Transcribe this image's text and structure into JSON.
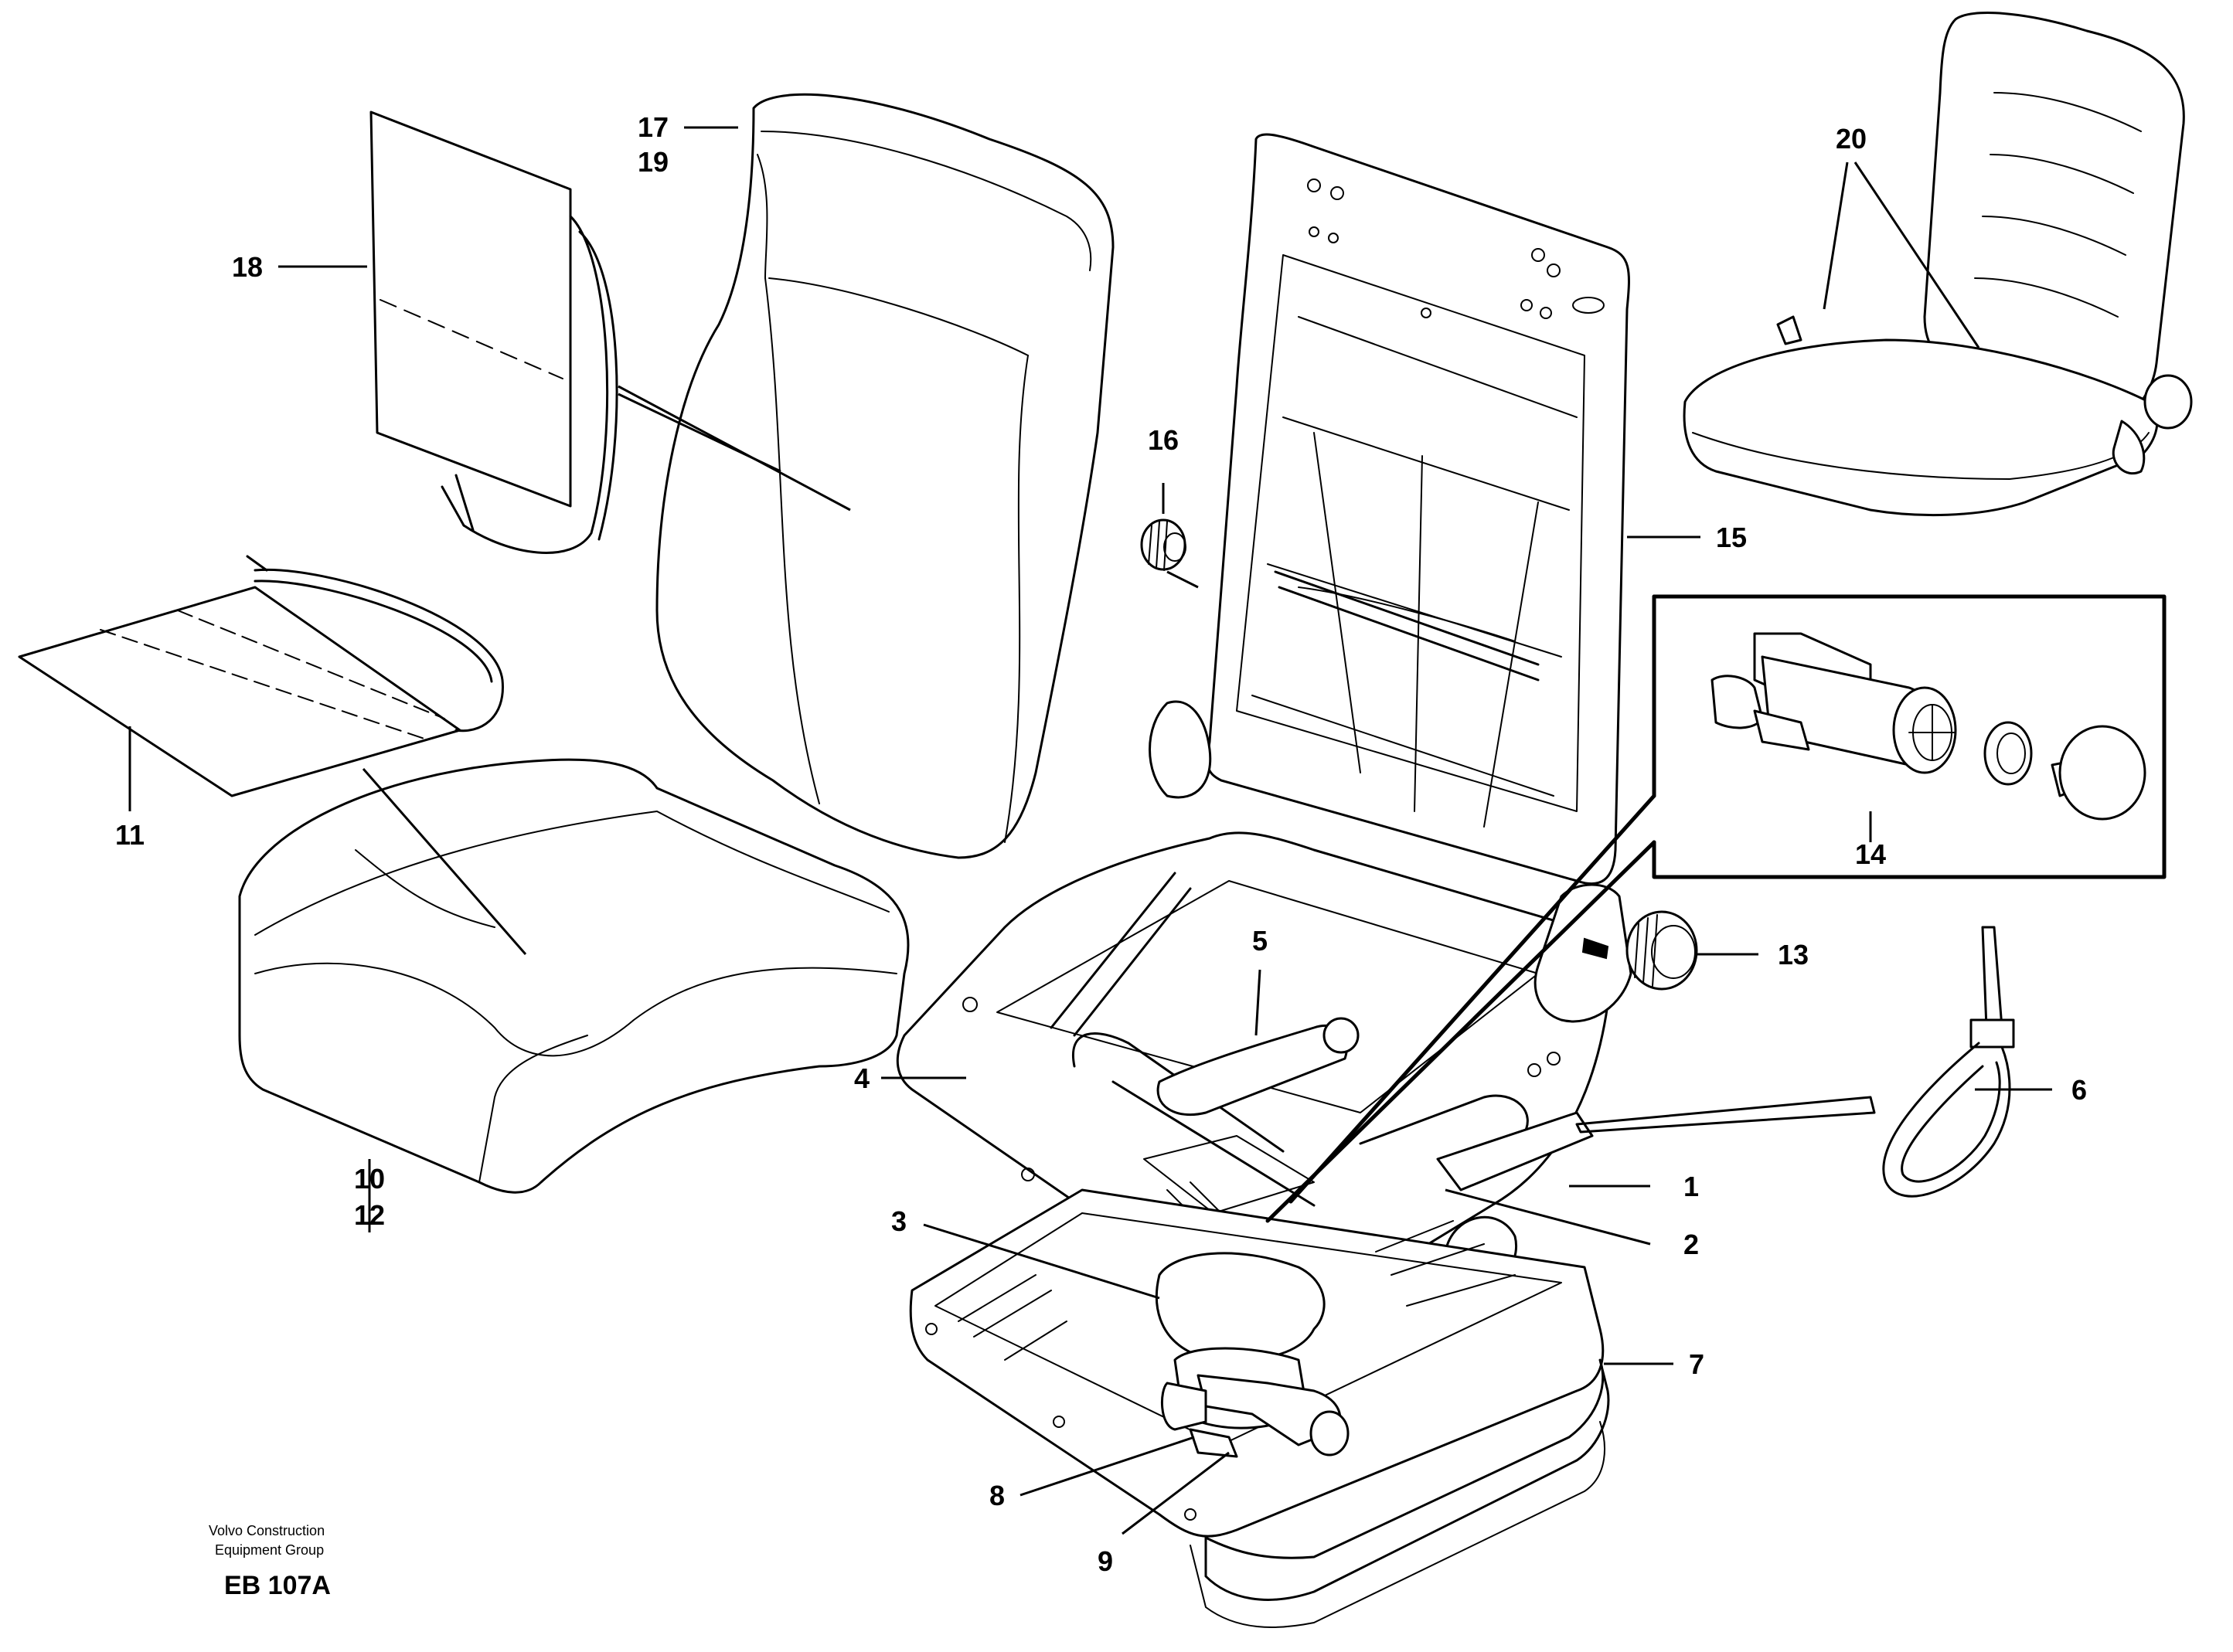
{
  "callouts": [
    {
      "id": "17",
      "lines": [
        "17",
        "19"
      ]
    },
    {
      "id": "18",
      "lines": [
        "18"
      ]
    },
    {
      "id": "11",
      "lines": [
        "11"
      ]
    },
    {
      "id": "10",
      "lines": [
        "10",
        "12"
      ]
    },
    {
      "id": "16",
      "lines": [
        "16"
      ]
    },
    {
      "id": "15",
      "lines": [
        "15"
      ]
    },
    {
      "id": "20",
      "lines": [
        "20"
      ]
    },
    {
      "id": "14",
      "lines": [
        "14"
      ]
    },
    {
      "id": "13",
      "lines": [
        "13"
      ]
    },
    {
      "id": "5",
      "lines": [
        "5"
      ]
    },
    {
      "id": "4",
      "lines": [
        "4"
      ]
    },
    {
      "id": "6",
      "lines": [
        "6"
      ]
    },
    {
      "id": "1",
      "lines": [
        "1"
      ]
    },
    {
      "id": "2",
      "lines": [
        "2"
      ]
    },
    {
      "id": "3",
      "lines": [
        "3"
      ]
    },
    {
      "id": "7",
      "lines": [
        "7"
      ]
    },
    {
      "id": "8",
      "lines": [
        "8"
      ]
    },
    {
      "id": "9",
      "lines": [
        "9"
      ]
    }
  ],
  "credit": {
    "line1": "Volvo Construction",
    "line2": "Equipment Group",
    "code": "EB 107A"
  }
}
